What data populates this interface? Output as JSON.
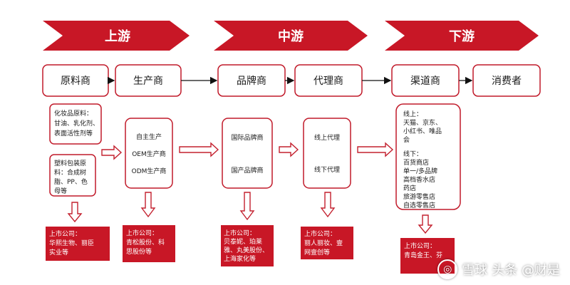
{
  "stages": {
    "upstream": "上游",
    "midstream": "中游",
    "downstream": "下游"
  },
  "chain": {
    "raw_material": "原料商",
    "manufacturer": "生产商",
    "brand": "品牌商",
    "agent": "代理商",
    "channel": "渠道商",
    "consumer": "消费者"
  },
  "details": {
    "raw_material_cosmetic": [
      "化妆品原料：",
      "甘油、乳化剂、",
      "表面活性剂等"
    ],
    "raw_material_packaging": [
      "塑料包装原",
      "料：合成树",
      "脂、PP、色",
      "母等"
    ],
    "manufacturer": [
      "自主生产",
      "OEM生产商",
      "ODM生产商"
    ],
    "brand": [
      "国际品牌商",
      "国产品牌商"
    ],
    "agent": [
      "线上代理",
      "线下代理"
    ],
    "channel_online": [
      "线上：",
      "天猫、京东、",
      "小红书、唯品",
      "会"
    ],
    "channel_offline": [
      "线下：",
      "百货商店",
      "单一/多品牌",
      "高档香水店",
      "药店",
      "旅游零售店",
      "自选零售店"
    ]
  },
  "companies": {
    "upstream": [
      "上市公司：",
      "华熙生物、丽臣",
      "实业等"
    ],
    "manufacturer": [
      "上市公司：",
      "青松股份、科",
      "思股份等"
    ],
    "brand": [
      "上市公司：",
      "贝泰妮、珀莱",
      "雅、丸美股份、",
      "上海家化等"
    ],
    "agent": [
      "上市公司：",
      "丽人丽妆、壹",
      "网壹创等"
    ],
    "channel": [
      "上市公司：",
      "青岛金王、",
      "芬"
    ]
  },
  "watermark": {
    "logo_icon": "xueqiu-logo-icon",
    "site": "雪球",
    "author": "头条 @财是"
  },
  "colors": {
    "banner": "#c81726",
    "company_box": "#c81726",
    "rounded_border": "#c11a2a",
    "arrow": "#c3202e",
    "text": "#1a1a1a"
  }
}
